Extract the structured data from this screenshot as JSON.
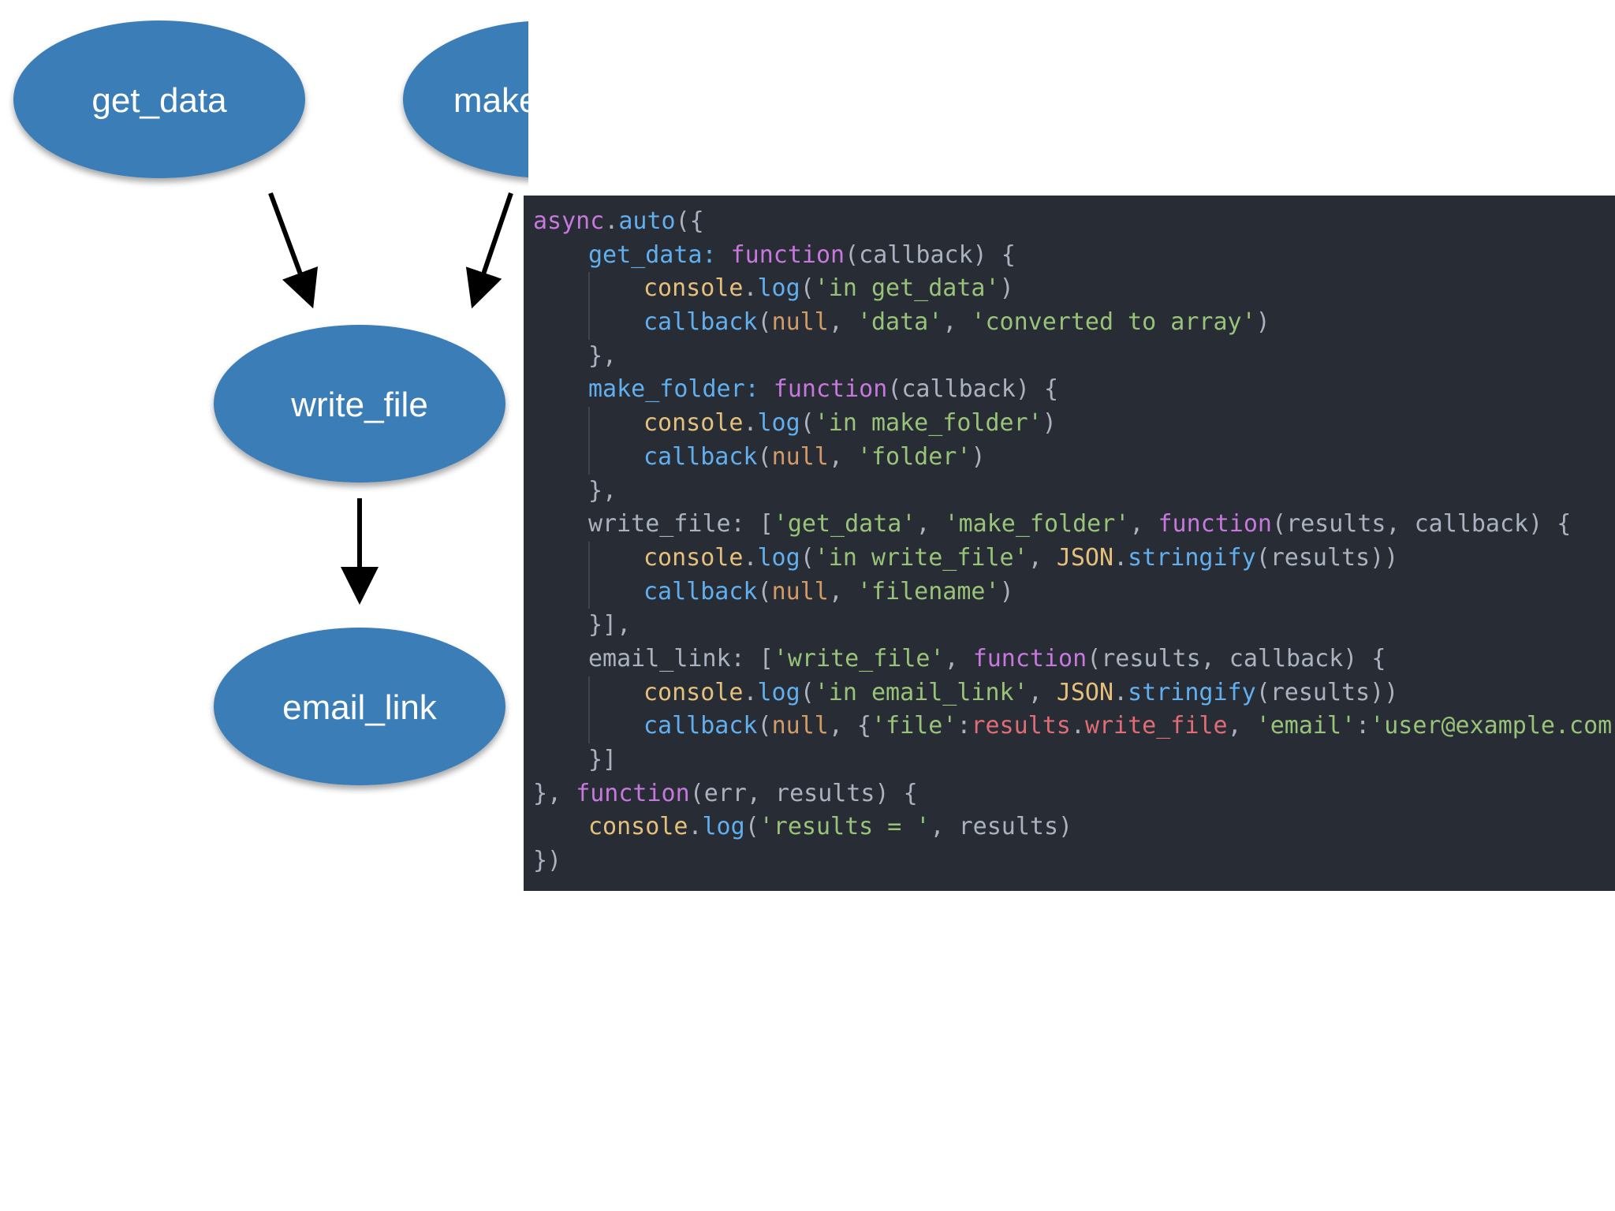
{
  "diagram": {
    "nodes": [
      {
        "id": "get_data",
        "label": "get_data"
      },
      {
        "id": "make_folder",
        "label": "make_folder"
      },
      {
        "id": "write_file",
        "label": "write_file"
      },
      {
        "id": "email_link",
        "label": "email_link"
      }
    ],
    "edges": [
      {
        "from": "get_data",
        "to": "write_file"
      },
      {
        "from": "make_folder",
        "to": "write_file"
      },
      {
        "from": "write_file",
        "to": "email_link"
      }
    ],
    "colors": {
      "node_fill": "#3a7db6",
      "node_text": "#ffffff",
      "arrow": "#000000"
    }
  },
  "code": {
    "colors": {
      "background": "#282c34",
      "keyword": "#c678dd",
      "property": "#61afef",
      "string": "#98c379",
      "object": "#e5c07b",
      "literal": "#d19a66",
      "plain": "#abb2bf",
      "variable": "#e06c75"
    },
    "lines": [
      {
        "indent": 0,
        "tokens": [
          [
            "keyword",
            "async"
          ],
          [
            "punct",
            "."
          ],
          [
            "func",
            "auto"
          ],
          [
            "punct",
            "({"
          ]
        ]
      },
      {
        "indent": 1,
        "tokens": [
          [
            "prop",
            "get_data:"
          ],
          [
            "plain",
            " "
          ],
          [
            "keyword",
            "function"
          ],
          [
            "plain",
            "(callback) {"
          ]
        ]
      },
      {
        "indent": 2,
        "tokens": [
          [
            "object",
            "console"
          ],
          [
            "punct",
            "."
          ],
          [
            "func",
            "log"
          ],
          [
            "punct",
            "("
          ],
          [
            "string",
            "'in get_data'"
          ],
          [
            "punct",
            ")"
          ]
        ]
      },
      {
        "indent": 2,
        "tokens": [
          [
            "func",
            "callback"
          ],
          [
            "punct",
            "("
          ],
          [
            "literal",
            "null"
          ],
          [
            "punct",
            ", "
          ],
          [
            "string",
            "'data'"
          ],
          [
            "punct",
            ", "
          ],
          [
            "string",
            "'converted to array'"
          ],
          [
            "punct",
            ")"
          ]
        ]
      },
      {
        "indent": 1,
        "tokens": [
          [
            "punct",
            "},"
          ]
        ]
      },
      {
        "indent": 1,
        "tokens": [
          [
            "prop",
            "make_folder:"
          ],
          [
            "plain",
            " "
          ],
          [
            "keyword",
            "function"
          ],
          [
            "plain",
            "(callback) {"
          ]
        ]
      },
      {
        "indent": 2,
        "tokens": [
          [
            "object",
            "console"
          ],
          [
            "punct",
            "."
          ],
          [
            "func",
            "log"
          ],
          [
            "punct",
            "("
          ],
          [
            "string",
            "'in make_folder'"
          ],
          [
            "punct",
            ")"
          ]
        ]
      },
      {
        "indent": 2,
        "tokens": [
          [
            "func",
            "callback"
          ],
          [
            "punct",
            "("
          ],
          [
            "literal",
            "null"
          ],
          [
            "punct",
            ", "
          ],
          [
            "string",
            "'folder'"
          ],
          [
            "punct",
            ")"
          ]
        ]
      },
      {
        "indent": 1,
        "tokens": [
          [
            "punct",
            "},"
          ]
        ]
      },
      {
        "indent": 1,
        "tokens": [
          [
            "plain",
            "write_file: ["
          ],
          [
            "string",
            "'get_data'"
          ],
          [
            "punct",
            ", "
          ],
          [
            "string",
            "'make_folder'"
          ],
          [
            "punct",
            ", "
          ],
          [
            "keyword",
            "function"
          ],
          [
            "plain",
            "(results, callback) {"
          ]
        ]
      },
      {
        "indent": 2,
        "tokens": [
          [
            "object",
            "console"
          ],
          [
            "punct",
            "."
          ],
          [
            "func",
            "log"
          ],
          [
            "punct",
            "("
          ],
          [
            "string",
            "'in write_file'"
          ],
          [
            "punct",
            ", "
          ],
          [
            "object",
            "JSON"
          ],
          [
            "punct",
            "."
          ],
          [
            "func",
            "stringify"
          ],
          [
            "plain",
            "(results))"
          ]
        ]
      },
      {
        "indent": 2,
        "tokens": [
          [
            "func",
            "callback"
          ],
          [
            "punct",
            "("
          ],
          [
            "literal",
            "null"
          ],
          [
            "punct",
            ", "
          ],
          [
            "string",
            "'filename'"
          ],
          [
            "punct",
            ")"
          ]
        ]
      },
      {
        "indent": 1,
        "tokens": [
          [
            "punct",
            "}],"
          ]
        ]
      },
      {
        "indent": 1,
        "tokens": [
          [
            "plain",
            "email_link: ["
          ],
          [
            "string",
            "'write_file'"
          ],
          [
            "punct",
            ", "
          ],
          [
            "keyword",
            "function"
          ],
          [
            "plain",
            "(results, callback) {"
          ]
        ]
      },
      {
        "indent": 2,
        "tokens": [
          [
            "object",
            "console"
          ],
          [
            "punct",
            "."
          ],
          [
            "func",
            "log"
          ],
          [
            "punct",
            "("
          ],
          [
            "string",
            "'in email_link'"
          ],
          [
            "punct",
            ", "
          ],
          [
            "object",
            "JSON"
          ],
          [
            "punct",
            "."
          ],
          [
            "func",
            "stringify"
          ],
          [
            "plain",
            "(results))"
          ]
        ]
      },
      {
        "indent": 2,
        "tokens": [
          [
            "func",
            "callback"
          ],
          [
            "punct",
            "("
          ],
          [
            "literal",
            "null"
          ],
          [
            "punct",
            ", {"
          ],
          [
            "string",
            "'file'"
          ],
          [
            "punct",
            ":"
          ],
          [
            "var",
            "results"
          ],
          [
            "punct",
            "."
          ],
          [
            "var",
            "write_file"
          ],
          [
            "punct",
            ", "
          ],
          [
            "string",
            "'email'"
          ],
          [
            "punct",
            ":"
          ],
          [
            "string",
            "'user@example.com'"
          ],
          [
            "punct",
            "})"
          ]
        ]
      },
      {
        "indent": 1,
        "tokens": [
          [
            "punct",
            "}]"
          ]
        ]
      },
      {
        "indent": 0,
        "tokens": [
          [
            "punct",
            "}, "
          ],
          [
            "keyword",
            "function"
          ],
          [
            "plain",
            "(err, results) {"
          ]
        ]
      },
      {
        "indent": 1,
        "tokens": [
          [
            "object",
            "console"
          ],
          [
            "punct",
            "."
          ],
          [
            "func",
            "log"
          ],
          [
            "punct",
            "("
          ],
          [
            "string",
            "'results = '"
          ],
          [
            "punct",
            ", "
          ],
          [
            "plain",
            "results)"
          ]
        ]
      },
      {
        "indent": 0,
        "tokens": [
          [
            "punct",
            "})"
          ]
        ]
      }
    ]
  }
}
